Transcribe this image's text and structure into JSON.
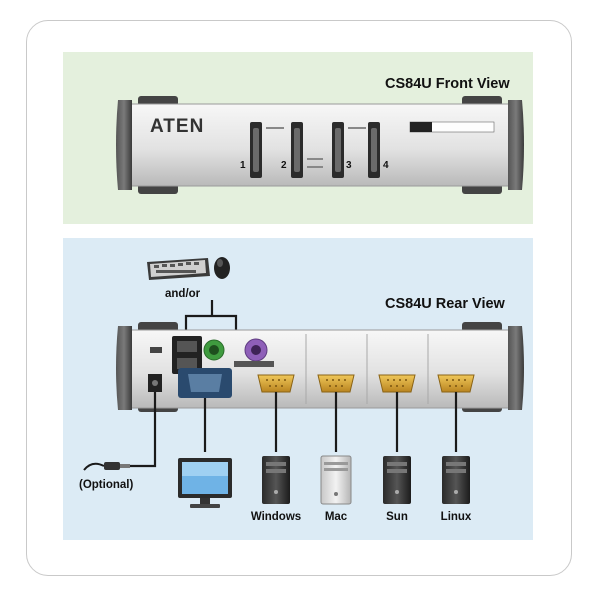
{
  "front": {
    "title": "CS84U Front View",
    "brand": "ATEN",
    "port_numbers": [
      "1",
      "2",
      "3",
      "4"
    ]
  },
  "rear": {
    "title": "CS84U Rear View",
    "and_or": "and/or",
    "optional": "(Optional)",
    "computers": [
      "Windows",
      "Mac",
      "Sun",
      "Linux"
    ]
  },
  "colors": {
    "front_panel": "#e4f0dd",
    "rear_panel": "#dcebf5",
    "unit_body": "#ececec",
    "port_gold": "#d9a838",
    "ps2_green": "#3f9b3f",
    "ps2_purple": "#8e5fb8",
    "cable": "#1a1a1a"
  }
}
